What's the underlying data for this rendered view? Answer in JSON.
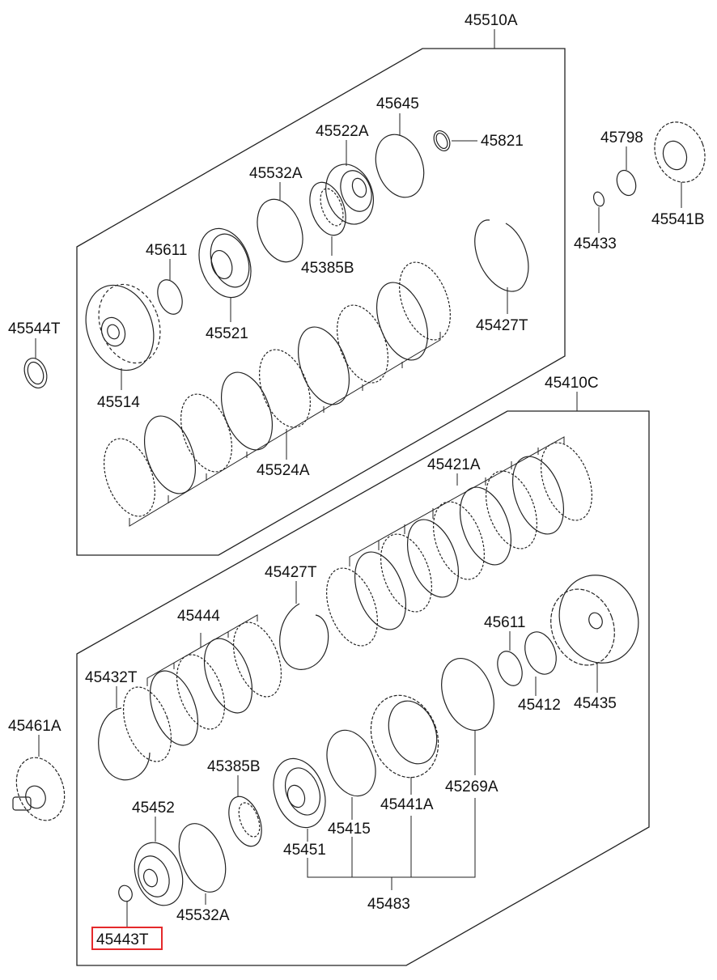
{
  "diagram": {
    "title": "",
    "highlight_color": "#e5292b",
    "groups": [
      {
        "name": "upper-assembly",
        "part_number": "45510A"
      },
      {
        "name": "lower-assembly",
        "part_number": "45410C"
      }
    ],
    "labels": {
      "p45510A": "45510A",
      "p45645": "45645",
      "p45522A": "45522A",
      "p45821": "45821",
      "p45532A_top": "45532A",
      "p45798": "45798",
      "p45541B": "45541B",
      "p45433": "45433",
      "p45385B_top": "45385B",
      "p45611_top": "45611",
      "p45521": "45521",
      "p45427T_top": "45427T",
      "p45544T": "45544T",
      "p45514": "45514",
      "p45524A": "45524A",
      "p45410C": "45410C",
      "p45421A": "45421A",
      "p45427T_bot": "45427T",
      "p45444": "45444",
      "p45611_bot": "45611",
      "p45432T": "45432T",
      "p45412": "45412",
      "p45435": "45435",
      "p45461A": "45461A",
      "p45385B_bot": "45385B",
      "p45269A": "45269A",
      "p45452": "45452",
      "p45441A": "45441A",
      "p45415": "45415",
      "p45451": "45451",
      "p45532A_bot": "45532A",
      "p45483": "45483",
      "p45443T": "45443T"
    }
  }
}
